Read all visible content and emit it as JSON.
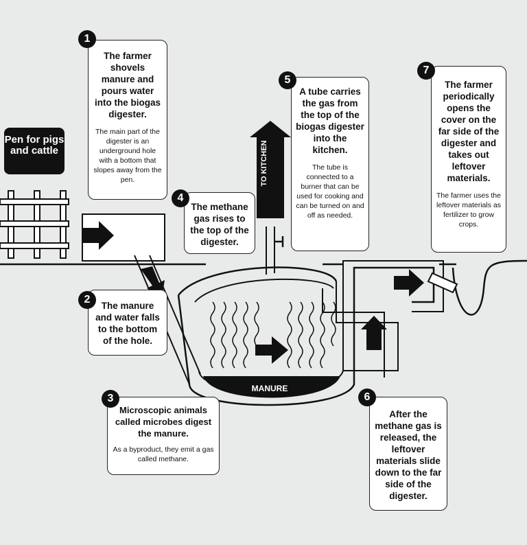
{
  "pen_label": "Pen for pigs and cattle",
  "kitchen_label": "TO KITCHEN",
  "manure_label": "MANURE",
  "steps": [
    {
      "num": "1",
      "title": "The farmer shovels manure and pours water into the biogas digester.",
      "detail": "The main part of the digester is an underground hole with a bottom that slopes away from the pen."
    },
    {
      "num": "2",
      "title": "The manure and water falls to the bottom of the hole.",
      "detail": ""
    },
    {
      "num": "3",
      "title": "Microscopic animals called microbes digest the manure.",
      "detail": "As a byproduct, they emit a gas called methane."
    },
    {
      "num": "4",
      "title": "The methane gas rises to the top of the digester.",
      "detail": ""
    },
    {
      "num": "5",
      "title": "A tube carries the gas from the top of the biogas digester into the kitchen.",
      "detail": "The tube is connected to a burner that can be used for cooking and can be turned on and off as needed."
    },
    {
      "num": "6",
      "title": "After the methane gas is released, the leftover materials slide down to the far side of the digester.",
      "detail": ""
    },
    {
      "num": "7",
      "title": "The farmer periodically opens the cover on the far side of the digester and takes out leftover materials.",
      "detail": "The farmer uses the leftover materials as fertilizer to grow crops."
    }
  ]
}
